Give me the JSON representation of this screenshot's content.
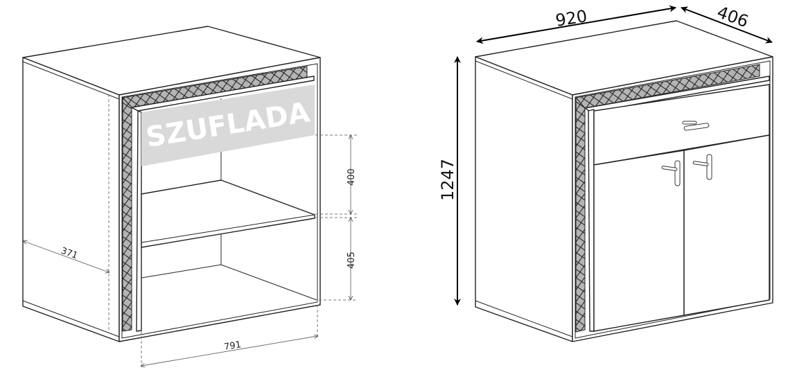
{
  "left_view": {
    "drawer_label": "SZUFLADA",
    "dimensions": {
      "depth": "371",
      "width": "791",
      "upper_height": "400",
      "lower_height": "405"
    }
  },
  "right_view": {
    "dimensions": {
      "width": "920",
      "depth": "406",
      "height": "1247"
    }
  },
  "colors": {
    "pattern_fill": "#b4b4b4",
    "drawer_highlight": "#d9d9d9",
    "line": "#222222"
  }
}
